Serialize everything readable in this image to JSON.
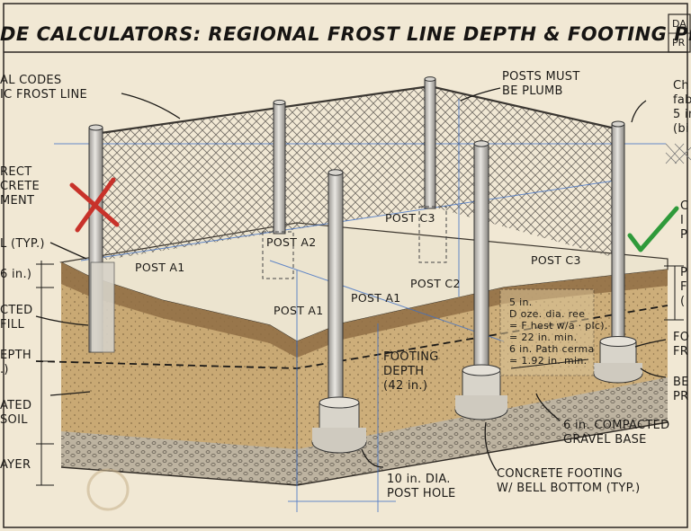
{
  "title": "DE CALCULATORS: REGIONAL FROST LINE DEPTH & FOOTING PLAN",
  "title_block": {
    "line1": "DA",
    "line2": "PR"
  },
  "left_callouts": {
    "codes": "AL CODES\nIC FROST LINE",
    "incorrect": "RECT\nCRETE\nMENT",
    "typ": "L (TYP.)",
    "dim": "6 in.)",
    "backfill": "CTED\nFILL",
    "depth": "EPTH\n.)",
    "soil": "ATED\nSOIL",
    "layer": "AYER"
  },
  "right_callouts": {
    "fabric": "Ch\nfab\n5 in\n(bi",
    "correct": "C\nI\nP",
    "post_frag": "P\nF\n(",
    "footing_frag": "FO\nFR",
    "bell_frag": "BE\nPR"
  },
  "callouts": {
    "plumb": "POSTS MUST\nBE PLUMB",
    "footing_depth": "FOOTING\nDEPTH\n(42 in.)",
    "gravel": "6 in. COMPACTED\nGRAVEL BASE",
    "post_hole": "10 in. DIA.\nPOST HOLE",
    "concrete": "CONCRETE FOOTING\nW/ BELL BOTTOM (TYP.)"
  },
  "cutaway_note": "5 in.\nD oze. dia. ree\n= F hest w/a · plc).\n= 22 in. min.\n6 in. Path cerma\n= 1.92 in. min.",
  "post_labels": {
    "a1_back": "POST A1",
    "a2": "POST A2",
    "c3_back": "POST C3",
    "a1_front_left": "POST A1",
    "a1_front": "POST A1",
    "c2": "POST C2",
    "c3_right": "POST C3"
  },
  "colors": {
    "paper": "#f1e8d4",
    "ink": "#1c1a17",
    "blue_line": "#3f6fc4",
    "incorrect_mark": "#c8322a",
    "correct_mark": "#2f9a3a",
    "soil": "#c9a974",
    "gravel": "#bdb3a0"
  },
  "icons": {
    "incorrect": "red-x-icon",
    "correct": "green-checkmark-icon"
  }
}
